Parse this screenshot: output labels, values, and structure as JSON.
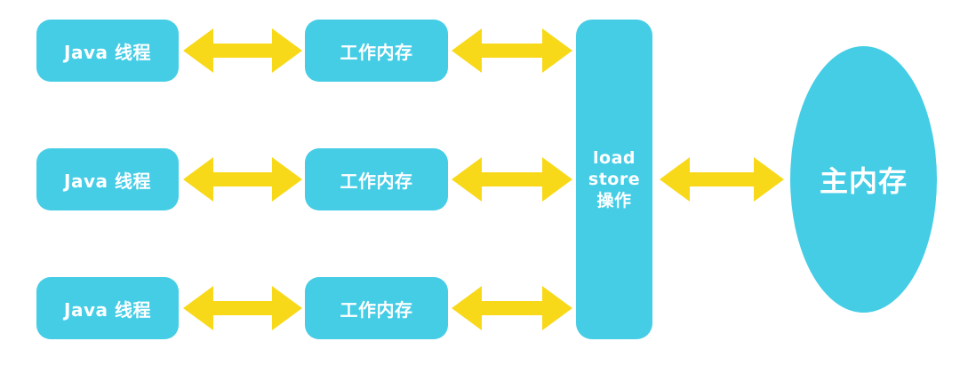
{
  "colors": {
    "box_fill": "#45CDE6",
    "arrow_fill": "#F8D91A",
    "text": "#FFFFFF"
  },
  "threads": [
    {
      "label": "Java 线程"
    },
    {
      "label": "Java 线程"
    },
    {
      "label": "Java 线程"
    }
  ],
  "working_memories": [
    {
      "label": "工作内存"
    },
    {
      "label": "工作内存"
    },
    {
      "label": "工作内存"
    }
  ],
  "operation": {
    "lines": [
      "load",
      "store",
      "操作"
    ]
  },
  "main_memory": {
    "label": "主内存"
  },
  "connections": [
    {
      "from": "thread-1",
      "to": "working-memory-1",
      "type": "bidirectional"
    },
    {
      "from": "thread-2",
      "to": "working-memory-2",
      "type": "bidirectional"
    },
    {
      "from": "thread-3",
      "to": "working-memory-3",
      "type": "bidirectional"
    },
    {
      "from": "working-memory-1",
      "to": "load-store-operation",
      "type": "bidirectional"
    },
    {
      "from": "working-memory-2",
      "to": "load-store-operation",
      "type": "bidirectional"
    },
    {
      "from": "working-memory-3",
      "to": "load-store-operation",
      "type": "bidirectional"
    },
    {
      "from": "load-store-operation",
      "to": "main-memory",
      "type": "bidirectional"
    }
  ]
}
